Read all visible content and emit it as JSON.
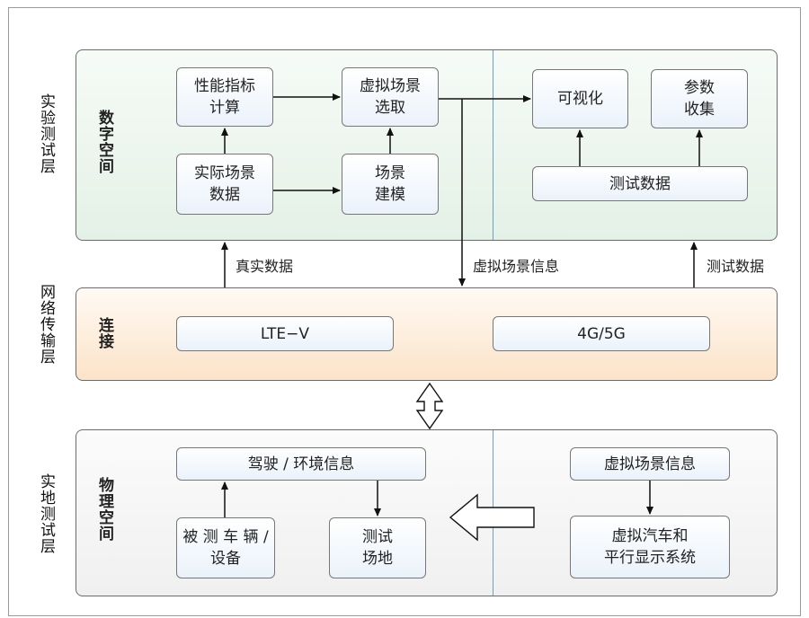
{
  "layers": {
    "experiment": "实验测试层",
    "network": "网络传输层",
    "physical": "实地测试层"
  },
  "panels": {
    "digital": "数字空间",
    "connection": "连接",
    "physical": "物理空间"
  },
  "digital_boxes": {
    "performance_calc": "性能指标\n计算",
    "virtual_select": "虚拟场景\n选取",
    "real_data": "实际场景\n数据",
    "scene_model": "场景\n建模",
    "visualize": "可视化",
    "param_collect": "参数\n收集",
    "test_data": "测试数据"
  },
  "network_boxes": {
    "lte": "LTE−V",
    "g45": "4G/5G"
  },
  "physical_boxes": {
    "drive_env": "驾驶 / 环境信息",
    "vehicle": "被 测 车 辆 /\n设备",
    "test_site": "测试\n场地",
    "virtual_info": "虚拟场景信息",
    "virtual_car": "虚拟汽车和\n平行显示系统"
  },
  "edge_labels": {
    "real_data": "真实数据",
    "virtual_info": "虚拟场景信息",
    "test_data": "测试数据"
  }
}
